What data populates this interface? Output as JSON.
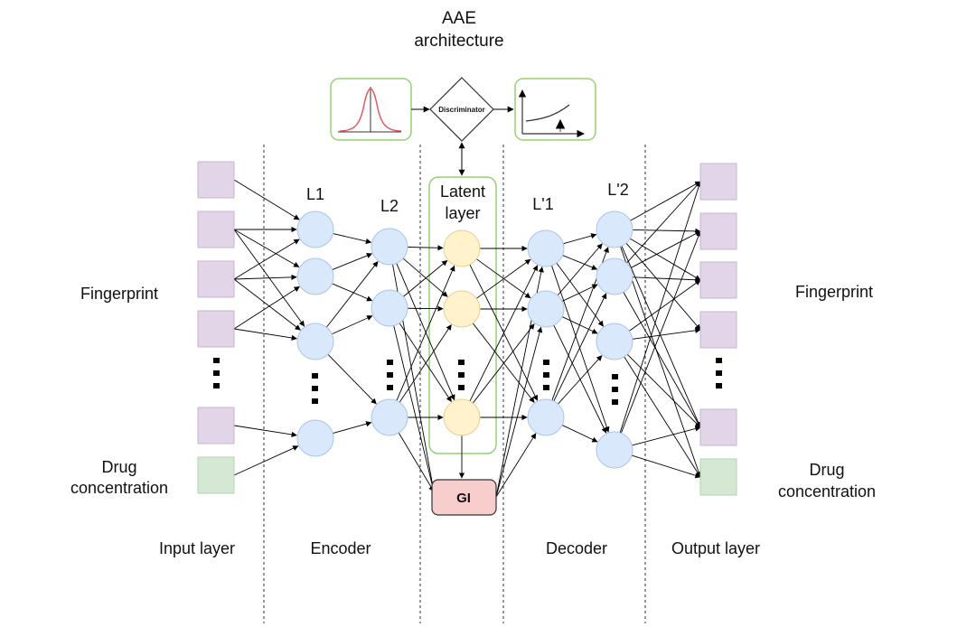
{
  "title_line1": "AAE",
  "title_line2": "architecture",
  "discriminator": "Discriminator",
  "left_labels": {
    "fingerprint": "Fingerprint",
    "drug_line1": "Drug",
    "drug_line2": "concentration"
  },
  "right_labels": {
    "fingerprint": "Fingerprint",
    "drug_line1": "Drug",
    "drug_line2": "concentration"
  },
  "layer_labels": {
    "l1": "L1",
    "l2": "L2",
    "latent_line1": "Latent",
    "latent_line2": "layer",
    "lp1": "L'1",
    "lp2": "L'2"
  },
  "gi_label": "GI",
  "bottom_labels": {
    "input": "Input layer",
    "encoder": "Encoder",
    "decoder": "Decoder",
    "output": "Output layer"
  },
  "colors": {
    "fingerprint_node": "#e1d5e7",
    "fingerprint_border": "#9673a6",
    "drug_node": "#d5e8d4",
    "drug_border": "#82b366",
    "hidden_node": "#dae8fc",
    "hidden_border": "#6c8ebf",
    "latent_node": "#fff2cc",
    "latent_border": "#d6b656",
    "gi_fill": "#f8cecc",
    "gi_border": "#b85450",
    "panel_border": "#97d077",
    "gaussian_curve": "#e05c5c"
  },
  "icons": [
    "gaussian-distribution-icon",
    "loss-curve-icon"
  ]
}
